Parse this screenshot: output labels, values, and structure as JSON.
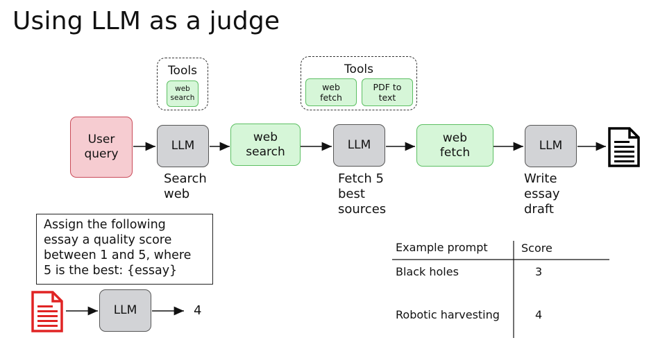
{
  "title": "Using LLM as a judge",
  "pipeline": {
    "user_query": "User\nquery",
    "llm": "LLM",
    "web_search": "web\nsearch",
    "web_fetch": "web\nfetch",
    "labels": {
      "search_web": "Search\nweb",
      "fetch_sources": "Fetch 5\nbest\nsources",
      "write_essay": "Write\nessay\ndraft"
    }
  },
  "tools": {
    "title": "Tools",
    "group1": [
      "web\nsearch"
    ],
    "group2": [
      "web\nfetch",
      "PDF to\ntext"
    ]
  },
  "judge": {
    "prompt": "Assign the following\nessay a quality score\nbetween 1 and 5, where\n5 is the best: {essay}",
    "llm": "LLM",
    "output": "4"
  },
  "table": {
    "headers": [
      "Example prompt",
      "Score"
    ],
    "rows": [
      {
        "prompt": "Black holes",
        "score": "3"
      },
      {
        "prompt": "Robotic harvesting",
        "score": "4"
      }
    ]
  },
  "colors": {
    "llm_fill": "#d2d3d6",
    "user_fill": "#f6ccd1",
    "tool_fill": "#d6f6d8",
    "doc_red": "#e02424"
  }
}
